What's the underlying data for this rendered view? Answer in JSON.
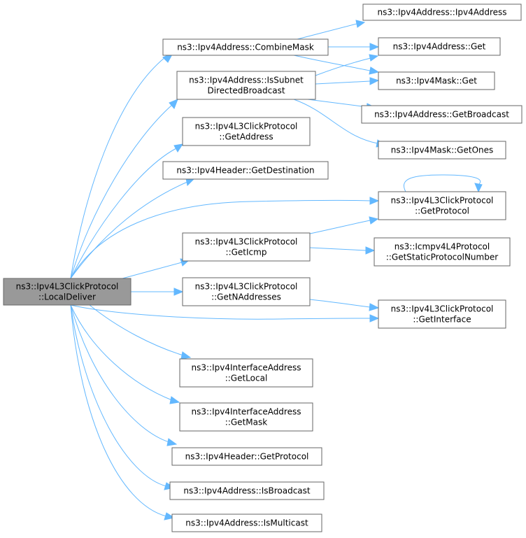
{
  "colors": {
    "edge": "#63b8ff",
    "node_border": "#666666",
    "root_fill": "#999999",
    "node_fill": "#ffffff"
  },
  "nodes": [
    {
      "id": "root",
      "lines": [
        "ns3::Ipv4L3ClickProtocol",
        "::LocalDeliver"
      ],
      "root": true
    },
    {
      "id": "combinemask",
      "lines": [
        "ns3::Ipv4Address::CombineMask"
      ]
    },
    {
      "id": "issubnet",
      "lines": [
        "ns3::Ipv4Address::IsSubnet",
        "DirectedBroadcast"
      ]
    },
    {
      "id": "getaddress",
      "lines": [
        "ns3::Ipv4L3ClickProtocol",
        "::GetAddress"
      ]
    },
    {
      "id": "getdestination",
      "lines": [
        "ns3::Ipv4Header::GetDestination"
      ]
    },
    {
      "id": "geticmp",
      "lines": [
        "ns3::Ipv4L3ClickProtocol",
        "::GetIcmp"
      ]
    },
    {
      "id": "getnaddresses",
      "lines": [
        "ns3::Ipv4L3ClickProtocol",
        "::GetNAddresses"
      ]
    },
    {
      "id": "getlocal",
      "lines": [
        "ns3::Ipv4InterfaceAddress",
        "::GetLocal"
      ]
    },
    {
      "id": "getmask",
      "lines": [
        "ns3::Ipv4InterfaceAddress",
        "::GetMask"
      ]
    },
    {
      "id": "hdrgetprotocol",
      "lines": [
        "ns3::Ipv4Header::GetProtocol"
      ]
    },
    {
      "id": "isbroadcast",
      "lines": [
        "ns3::Ipv4Address::IsBroadcast"
      ]
    },
    {
      "id": "ismulticast",
      "lines": [
        "ns3::Ipv4Address::IsMulticast"
      ]
    },
    {
      "id": "ipv4address",
      "lines": [
        "ns3::Ipv4Address::Ipv4Address"
      ]
    },
    {
      "id": "addrget",
      "lines": [
        "ns3::Ipv4Address::Get"
      ]
    },
    {
      "id": "maskget",
      "lines": [
        "ns3::Ipv4Mask::Get"
      ]
    },
    {
      "id": "getbroadcast",
      "lines": [
        "ns3::Ipv4Address::GetBroadcast"
      ]
    },
    {
      "id": "getones",
      "lines": [
        "ns3::Ipv4Mask::GetOnes"
      ]
    },
    {
      "id": "getprotocol",
      "lines": [
        "ns3::Ipv4L3ClickProtocol",
        "::GetProtocol"
      ]
    },
    {
      "id": "getstatic",
      "lines": [
        "ns3::Icmpv4L4Protocol",
        "::GetStaticProtocolNumber"
      ]
    },
    {
      "id": "getinterface",
      "lines": [
        "ns3::Ipv4L3ClickProtocol",
        "::GetInterface"
      ]
    }
  ],
  "edges": [
    {
      "from": "root",
      "to": "combinemask"
    },
    {
      "from": "root",
      "to": "issubnet"
    },
    {
      "from": "root",
      "to": "getaddress"
    },
    {
      "from": "root",
      "to": "getdestination"
    },
    {
      "from": "root",
      "to": "getprotocol"
    },
    {
      "from": "root",
      "to": "geticmp"
    },
    {
      "from": "root",
      "to": "getnaddresses"
    },
    {
      "from": "root",
      "to": "getinterface"
    },
    {
      "from": "root",
      "to": "getlocal"
    },
    {
      "from": "root",
      "to": "getmask"
    },
    {
      "from": "root",
      "to": "hdrgetprotocol"
    },
    {
      "from": "root",
      "to": "isbroadcast"
    },
    {
      "from": "root",
      "to": "ismulticast"
    },
    {
      "from": "combinemask",
      "to": "ipv4address"
    },
    {
      "from": "combinemask",
      "to": "addrget"
    },
    {
      "from": "combinemask",
      "to": "maskget"
    },
    {
      "from": "issubnet",
      "to": "addrget"
    },
    {
      "from": "issubnet",
      "to": "maskget"
    },
    {
      "from": "issubnet",
      "to": "getbroadcast"
    },
    {
      "from": "issubnet",
      "to": "getones"
    },
    {
      "from": "getprotocol",
      "to": "getprotocol"
    },
    {
      "from": "geticmp",
      "to": "getprotocol"
    },
    {
      "from": "geticmp",
      "to": "getstatic"
    },
    {
      "from": "getnaddresses",
      "to": "getinterface"
    }
  ]
}
